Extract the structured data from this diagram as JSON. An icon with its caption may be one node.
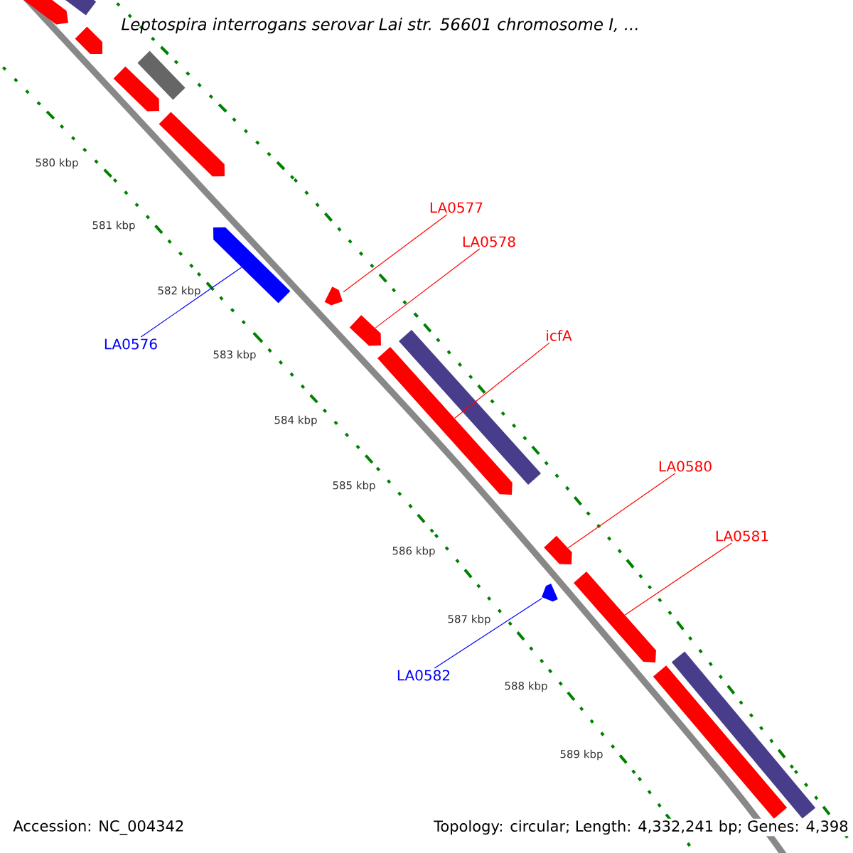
{
  "diagram": {
    "title": "Leptospira interrogans serovar Lai str. 56601 chromosome I, ...",
    "nodes": [
      {
        "text": [
          "LA0577"
        ]
      },
      {
        "text": [
          "LA0578"
        ]
      },
      {
        "text": [
          "icfA"
        ]
      },
      {
        "text": [
          "LA0576"
        ]
      },
      {
        "text": [
          "LA0580"
        ]
      },
      {
        "text": [
          "LA0581"
        ]
      },
      {
        "text": [
          "LA0582"
        ]
      },
      {
        "text": [],
        "shape": "pentagon"
      },
      {
        "text": [],
        "shape": "bar"
      },
      {
        "text": [],
        "shape": "pentagon"
      },
      {
        "text": [],
        "shape": "bar"
      },
      {
        "text": [],
        "shape": "pentagon"
      },
      {
        "text": [],
        "shape": "pentagon"
      },
      {
        "text": [],
        "shape": "pentagon"
      },
      {
        "text": [],
        "shape": "pentagon"
      },
      {
        "text": [],
        "shape": "pentagon"
      },
      {
        "text": [],
        "shape": "bar"
      },
      {
        "text": [],
        "shape": "pentagon"
      },
      {
        "text": [],
        "shape": "pentagon"
      },
      {
        "text": [],
        "shape": "pentagon"
      },
      {
        "text": [],
        "shape": "pentagon"
      },
      {
        "text": [],
        "shape": "bar"
      },
      {
        "text": [],
        "shape": "bar"
      }
    ],
    "edges": [
      {
        "from": 0,
        "to": 14,
        "arrow": "none"
      },
      {
        "from": 1,
        "to": 15,
        "arrow": "none"
      },
      {
        "from": 2,
        "to": 17,
        "arrow": "none"
      },
      {
        "from": 3,
        "to": 13,
        "arrow": "none",
        "color": "#0000ff"
      },
      {
        "from": 4,
        "to": 18,
        "arrow": "none"
      },
      {
        "from": 5,
        "to": 19,
        "arrow": "none"
      },
      {
        "from": 6,
        "to": 20,
        "arrow": "none",
        "color": "#0000ff"
      }
    ],
    "labels": [
      "580 kbp",
      "581 kbp",
      "582 kbp",
      "583 kbp",
      "584 kbp",
      "585 kbp",
      "586 kbp",
      "587 kbp",
      "588 kbp",
      "589 kbp",
      "Accession: NC_004342",
      "Topology: circular; Length: 4,332,241 bp; Genes: 4,398"
    ]
  }
}
